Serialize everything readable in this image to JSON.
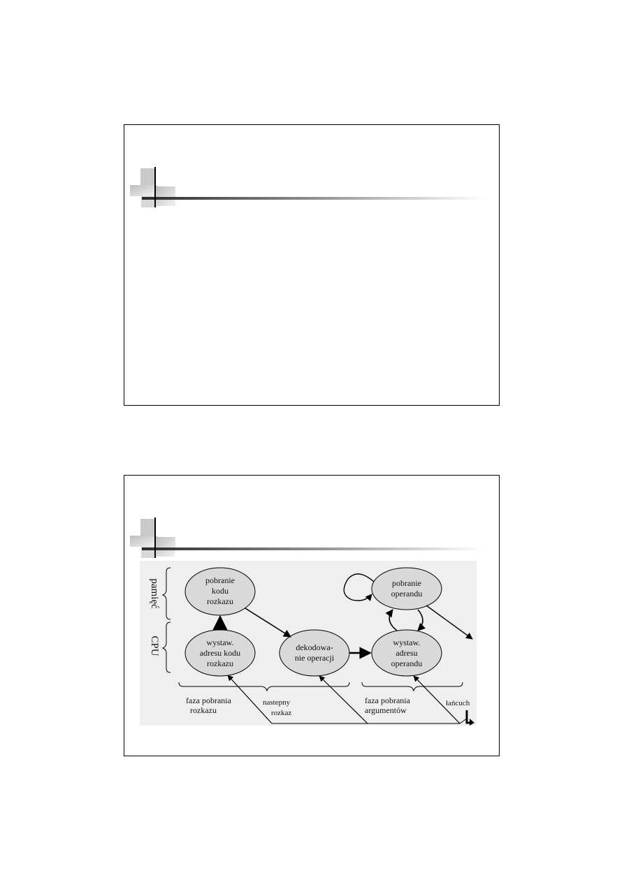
{
  "slides": [
    {
      "id": "slide-1",
      "title": ""
    },
    {
      "id": "slide-2",
      "title": ""
    }
  ],
  "diagram": {
    "row_labels": {
      "memory": "pamięć",
      "cpu": "CPU"
    },
    "nodes": {
      "fetch_code": [
        "pobranie",
        "kodu",
        "rozkazu"
      ],
      "addr_code": [
        "wystaw.",
        "adresu kodu",
        "rozkazu"
      ],
      "decode": [
        "dekodowa-",
        "nie operacji"
      ],
      "fetch_operand": [
        "pobranie",
        "operandu"
      ],
      "addr_operand": [
        "wystaw.",
        "adresu",
        "operandu"
      ]
    },
    "phase_labels": {
      "instruction_fetch": [
        "faza pobrania",
        "rozkazu"
      ],
      "operand_fetch": [
        "faza pobrania",
        "argumentów"
      ]
    },
    "edge_labels": {
      "next_instruction": [
        "nastepny",
        "rozkaz"
      ],
      "chain": "łańcuch"
    },
    "colors": {
      "node_fill": "#d9d9d9",
      "panel_bg": "#efefef",
      "stroke": "#000000"
    }
  }
}
